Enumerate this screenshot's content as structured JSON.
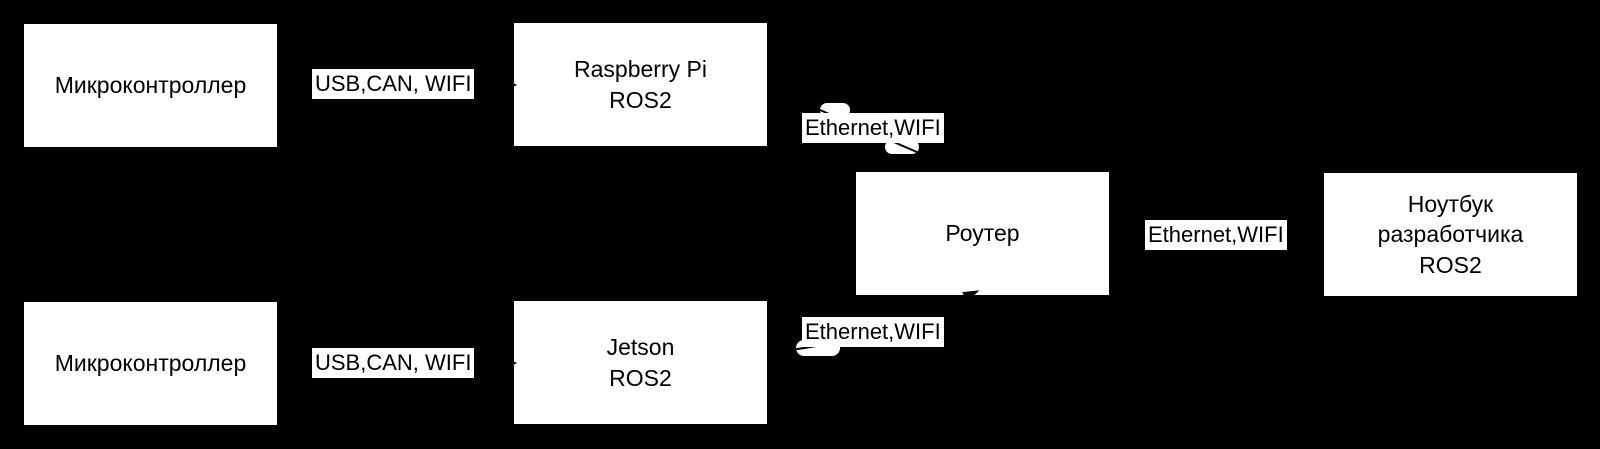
{
  "diagram": {
    "nodes": {
      "mcu_top": {
        "label": "Микроконтроллер"
      },
      "raspberry_pi": {
        "line1": "Raspberry Pi",
        "line2": "ROS2"
      },
      "router": {
        "label": "Роутер"
      },
      "laptop": {
        "line1": "Ноутбук",
        "line2": "разработчика",
        "line3": "ROS2"
      },
      "mcu_bottom": {
        "label": "Микроконтроллер"
      },
      "jetson": {
        "line1": "Jetson",
        "line2": "ROS2"
      }
    },
    "edge_labels": {
      "usb_top": "USB,CAN, WIFI",
      "ethernet_top": "Ethernet,WIFI",
      "ethernet_right": "Ethernet,WIFI",
      "usb_bottom": "USB,CAN, WIFI",
      "ethernet_bottom": "Ethernet,WIFI"
    },
    "colors": {
      "background": "#000000",
      "node_fill": "#ffffff",
      "node_border": "#000000",
      "text": "#000000",
      "edge": "#000000",
      "label_background": "#ffffff"
    }
  }
}
